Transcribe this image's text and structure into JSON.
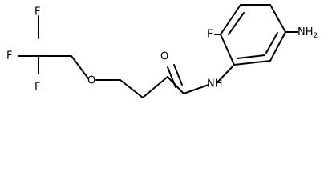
{
  "structure": {
    "atoms": {
      "f_top": "F",
      "f_left": "F",
      "f_bottom": "F",
      "ether_o": "O",
      "carbonyl_o": "O",
      "amide_nh": "NH",
      "ring_f": "F",
      "amine_n": "NH",
      "amine_sub": "2"
    },
    "colors": {
      "bond": "#000000",
      "label": "#000000",
      "background": "#ffffff"
    }
  }
}
